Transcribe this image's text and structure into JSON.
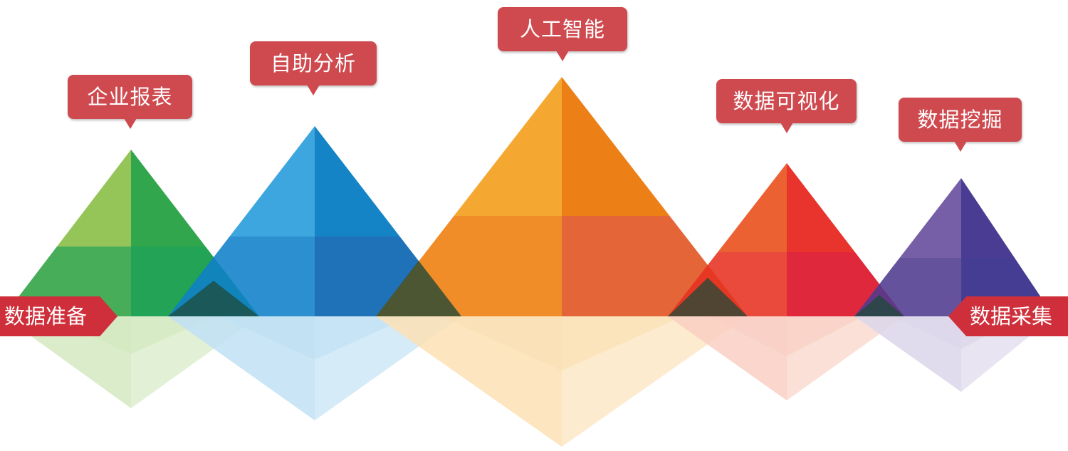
{
  "diagram": {
    "peaks": [
      {
        "label": "企业报表",
        "colors": {
          "left_top": "#8cc04a",
          "right_top": "#1f9e3e",
          "left_bottom": "#2da241",
          "right_bottom": "#03963e",
          "reflection": "#d3e9bf"
        }
      },
      {
        "label": "自助分析",
        "colors": {
          "left_top": "#2d9edb",
          "right_top": "#0079c2",
          "left_bottom": "#0e80c9",
          "right_bottom": "#005fad",
          "reflection": "#bfe1f4"
        }
      },
      {
        "label": "人工智能",
        "colors": {
          "left_top": "#f3a11f",
          "right_top": "#ec7403",
          "left_bottom": "#ef7d0b",
          "right_bottom": "#e0501b",
          "reflection": "#fbe0b4"
        }
      },
      {
        "label": "数据可视化",
        "colors": {
          "left_top": "#ea5420",
          "right_top": "#e6231b",
          "left_bottom": "#e63120",
          "right_bottom": "#dc0a22",
          "reflection": "#f9cfc3"
        }
      },
      {
        "label": "数据挖掘",
        "colors": {
          "left_top": "#6b51a0",
          "right_top": "#3b2b8a",
          "left_bottom": "#503a90",
          "right_bottom": "#2b2184",
          "reflection": "#dcd6ea"
        }
      }
    ],
    "left_ribbon": "数据准备",
    "right_ribbon": "数据采集",
    "callout_color": "#cf4a4f",
    "ribbon_color": "#cf2f3a",
    "overlap_color": "#1e4a3a"
  }
}
